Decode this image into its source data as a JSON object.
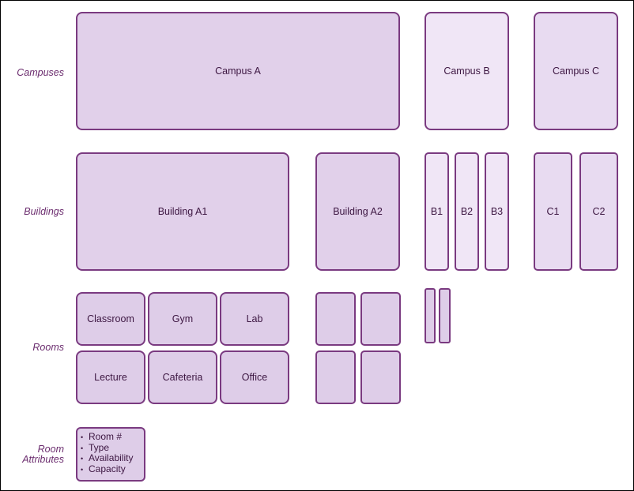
{
  "row_labels": {
    "campuses": "Campuses",
    "buildings": "Buildings",
    "rooms": "Rooms",
    "attributes_line1": "Room",
    "attributes_line2": "Attributes"
  },
  "campuses": {
    "a": "Campus A",
    "b": "Campus B",
    "c": "Campus C"
  },
  "buildings": {
    "a1": "Building A1",
    "a2": "Building A2",
    "b1": "B1",
    "b2": "B2",
    "b3": "B3",
    "c1": "C1",
    "c2": "C2"
  },
  "rooms": {
    "classroom": "Classroom",
    "gym": "Gym",
    "lab": "Lab",
    "lecture": "Lecture",
    "cafeteria": "Cafeteria",
    "office": "Office"
  },
  "attributes": {
    "bullet": "•",
    "items": [
      "Room #",
      "Type",
      "Availability",
      "Capacity"
    ]
  },
  "colors": {
    "border": "#7a3a80",
    "label": "#6b2c6e",
    "campus_a_fill": "#e1d0ea",
    "campus_b_fill": "#f0e6f6",
    "campus_c_fill": "#e8dbf1",
    "room_fill": "#decde8"
  }
}
